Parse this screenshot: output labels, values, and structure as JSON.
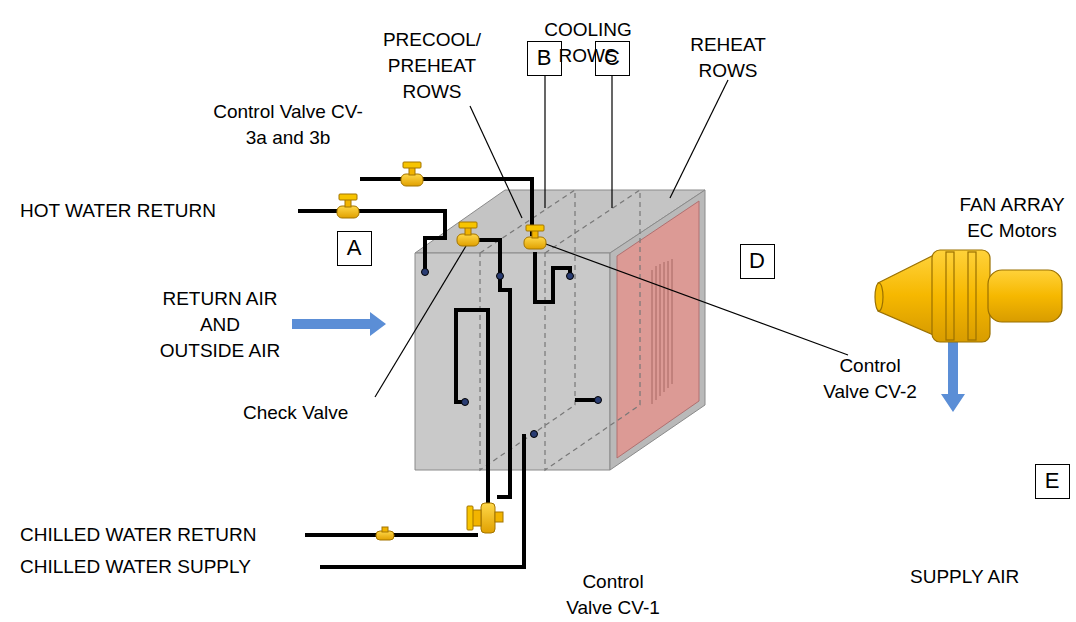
{
  "diagram": {
    "nodes": [
      {
        "text": [
          "A"
        ]
      },
      {
        "text": [
          "B"
        ]
      },
      {
        "text": [
          "C"
        ]
      },
      {
        "text": [
          "D"
        ]
      },
      {
        "text": [
          "E"
        ]
      }
    ],
    "labels": [
      "PRECOOL/ PREHEAT ROWS",
      "COOLING ROWS",
      "REHEAT ROWS",
      "Control Valve CV- 3a and 3b",
      "HOT WATER RETURN",
      "RETURN AIR AND OUTSIDE AIR",
      "Check Valve",
      "Control Valve CV-2",
      "CHILLED WATER RETURN",
      "CHILLED WATER SUPPLY",
      "Control Valve CV-1",
      "FAN ARRAY EC Motors",
      "SUPPLY AIR"
    ]
  }
}
